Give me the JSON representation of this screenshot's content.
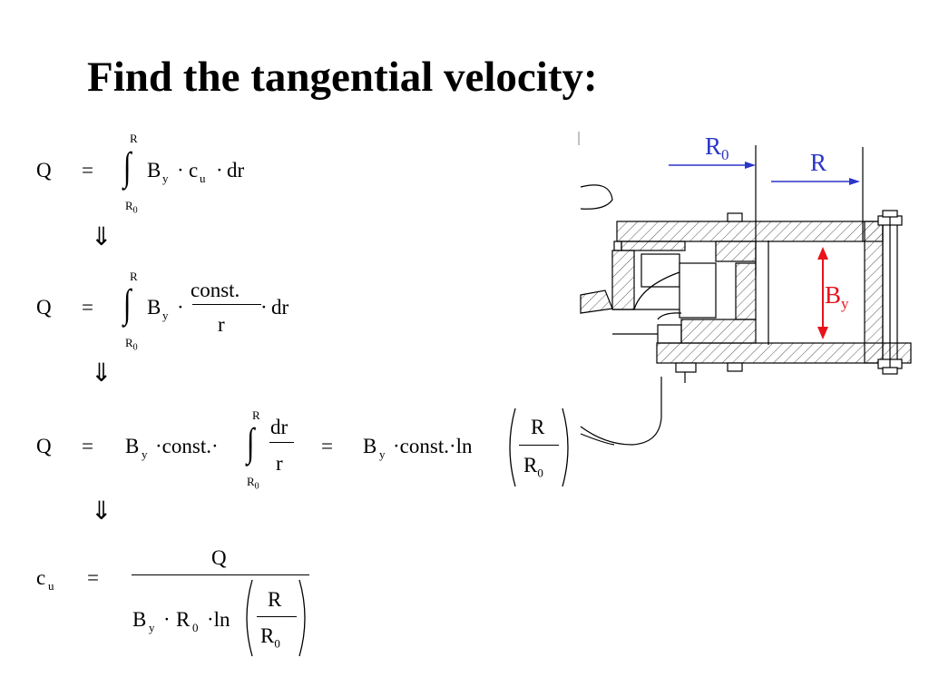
{
  "slide": {
    "title": "Find the tangential velocity:"
  },
  "equations": {
    "eq1": {
      "lhs": "Q",
      "eq": "=",
      "upper": "R",
      "lower": "R",
      "lower_sub": "0",
      "b": "B",
      "b_sub": "y",
      "dot1": "·",
      "c": "c",
      "c_sub": "u",
      "dot2": "·",
      "dr": "dr"
    },
    "eq2": {
      "lhs": "Q",
      "eq": "=",
      "upper": "R",
      "lower": "R",
      "lower_sub": "0",
      "b": "B",
      "b_sub": "y",
      "dot1": "·",
      "num": "const.",
      "den": "r",
      "dot2": "·",
      "dr": "dr"
    },
    "eq3": {
      "lhs": "Q",
      "eq": "=",
      "b": "B",
      "b_sub": "y",
      "mid": "·const.·",
      "upper": "R",
      "lower": "R",
      "lower_sub": "0",
      "num": "dr",
      "den": "r",
      "eq2": "=",
      "b2": "B",
      "b2_sub": "y",
      "mid2": "·const.·ln",
      "ln_num": "R",
      "ln_den": "R",
      "ln_den_sub": "0"
    },
    "eq4": {
      "lhs": "c",
      "lhs_sub": "u",
      "eq": "=",
      "num": "Q",
      "b": "B",
      "b_sub": "y",
      "dot": "·",
      "r": "R",
      "r_sub": "0",
      "ln": "·ln",
      "ln_num": "R",
      "ln_den": "R",
      "ln_den_sub": "0"
    },
    "arrow": "⇓"
  },
  "diagram": {
    "label_r0": "R",
    "label_r0_sub": "0",
    "label_r": "R",
    "label_by": "B",
    "label_by_sub": "y",
    "colors": {
      "dimension": "#2b35c9",
      "height": "#e8121b",
      "line": "#000000",
      "hatch": "#555555"
    }
  }
}
